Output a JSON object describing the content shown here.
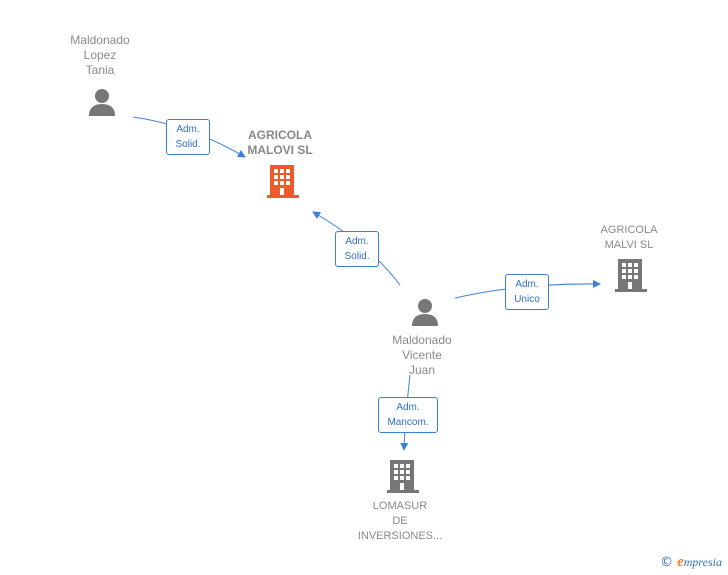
{
  "nodes": {
    "person_tania": {
      "label": "Maldonado\nLopez\nTania",
      "icon": "person-icon"
    },
    "company_malovi": {
      "label": "AGRICOLA\nMALOVI  SL",
      "icon": "building-icon",
      "color": "#f05a2a"
    },
    "company_malvi": {
      "label": "AGRICOLA\nMALVI  SL",
      "icon": "building-icon",
      "color": "#777777"
    },
    "person_juan": {
      "label": "Maldonado\nVicente\nJuan",
      "icon": "person-icon"
    },
    "company_lomasur": {
      "label": "LOMASUR\nDE\nINVERSIONES...",
      "icon": "building-icon",
      "color": "#777777"
    }
  },
  "edges": {
    "tania_malovi": "Adm.\nSolid.",
    "juan_malovi": "Adm.\nSolid.",
    "juan_malvi": "Adm.\nUnico",
    "juan_lomasur": "Adm.\nMancom."
  },
  "colors": {
    "edge": "#3d7fd6",
    "person": "#777777",
    "highlight": "#f05a2a"
  },
  "brand": {
    "copyright": "©",
    "initial": "e",
    "name": "mpresia"
  }
}
